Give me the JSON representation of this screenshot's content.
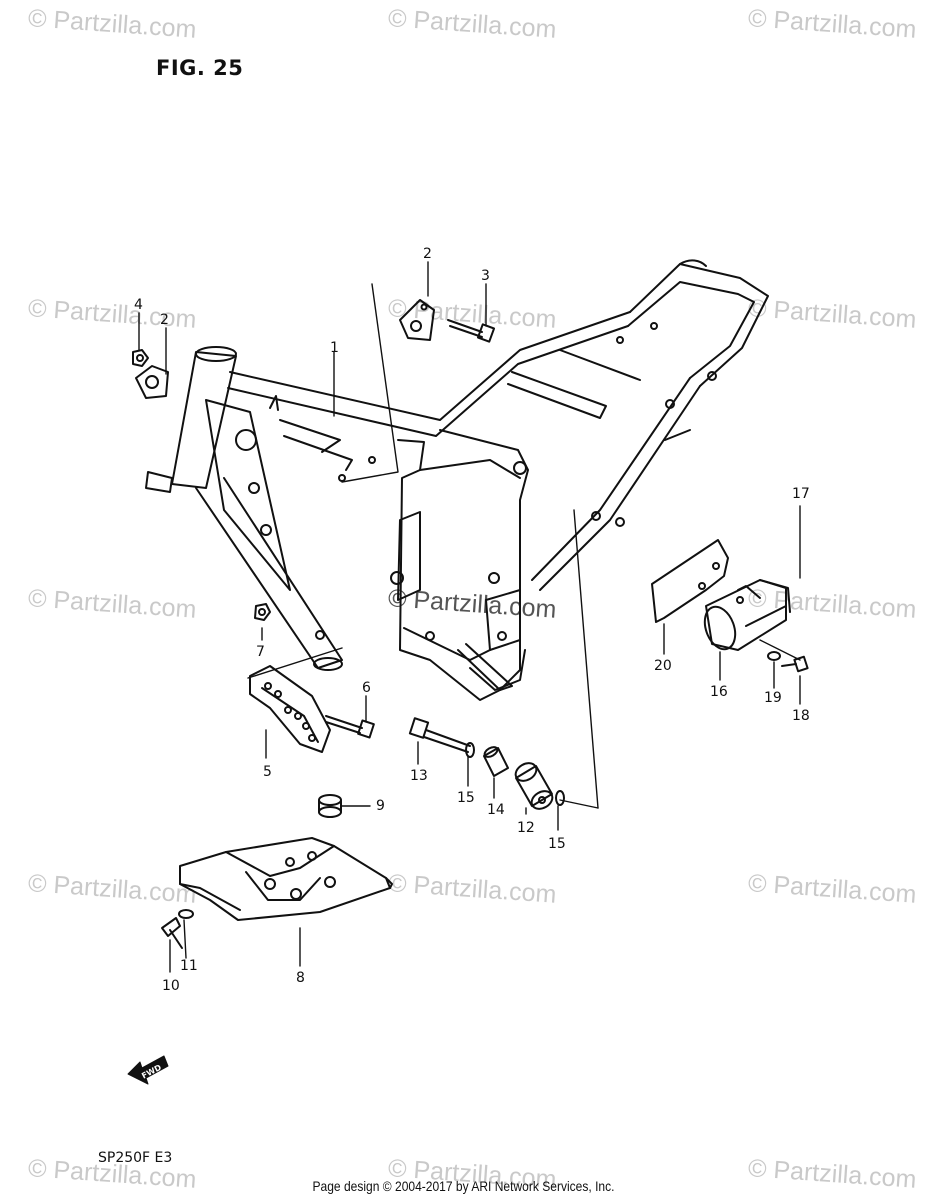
{
  "figure_title": "FIG. 25",
  "model_code": "SP250F  E3",
  "footer": "Page design © 2004-2017 by ARI Network Services, Inc.",
  "watermark": "© Partzilla.com",
  "fwd_label": "FWD",
  "callouts": [
    "1",
    "2",
    "2",
    "3",
    "4",
    "5",
    "6",
    "7",
    "8",
    "9",
    "10",
    "11",
    "12",
    "13",
    "14",
    "15",
    "15",
    "16",
    "17",
    "18",
    "19",
    "20"
  ]
}
